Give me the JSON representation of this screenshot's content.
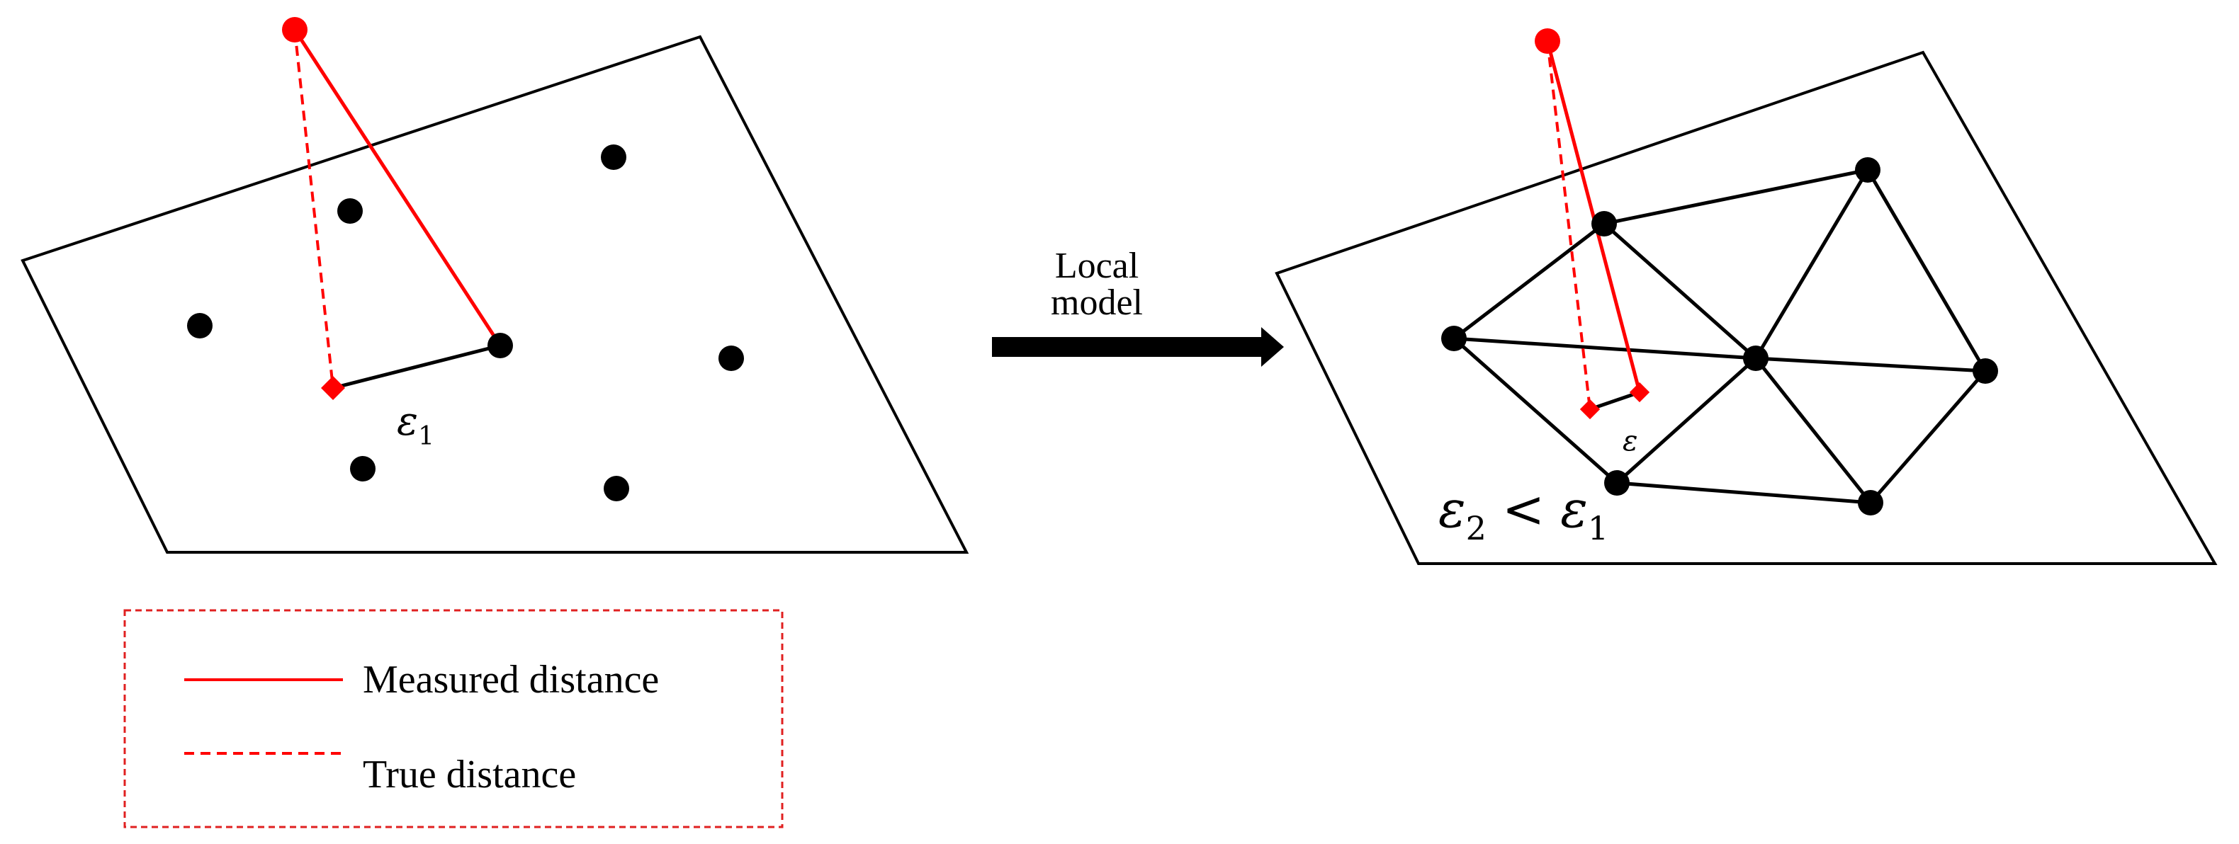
{
  "arrow_label": {
    "line1": "Local",
    "line2": "model"
  },
  "left_panel": {
    "error_symbol": "ε",
    "error_subscript": "1"
  },
  "right_panel": {
    "small_error_symbol": "ε",
    "comparison": {
      "left_symbol": "ε",
      "left_subscript": "2",
      "operator": "<",
      "right_symbol": "ε",
      "right_subscript": "1"
    }
  },
  "legend": {
    "items": [
      {
        "label": "Measured distance",
        "style": "solid"
      },
      {
        "label": "True distance",
        "style": "dashed"
      }
    ]
  },
  "colors": {
    "red": "#ff0000",
    "black": "#000000",
    "legend_border": "#e02020"
  }
}
